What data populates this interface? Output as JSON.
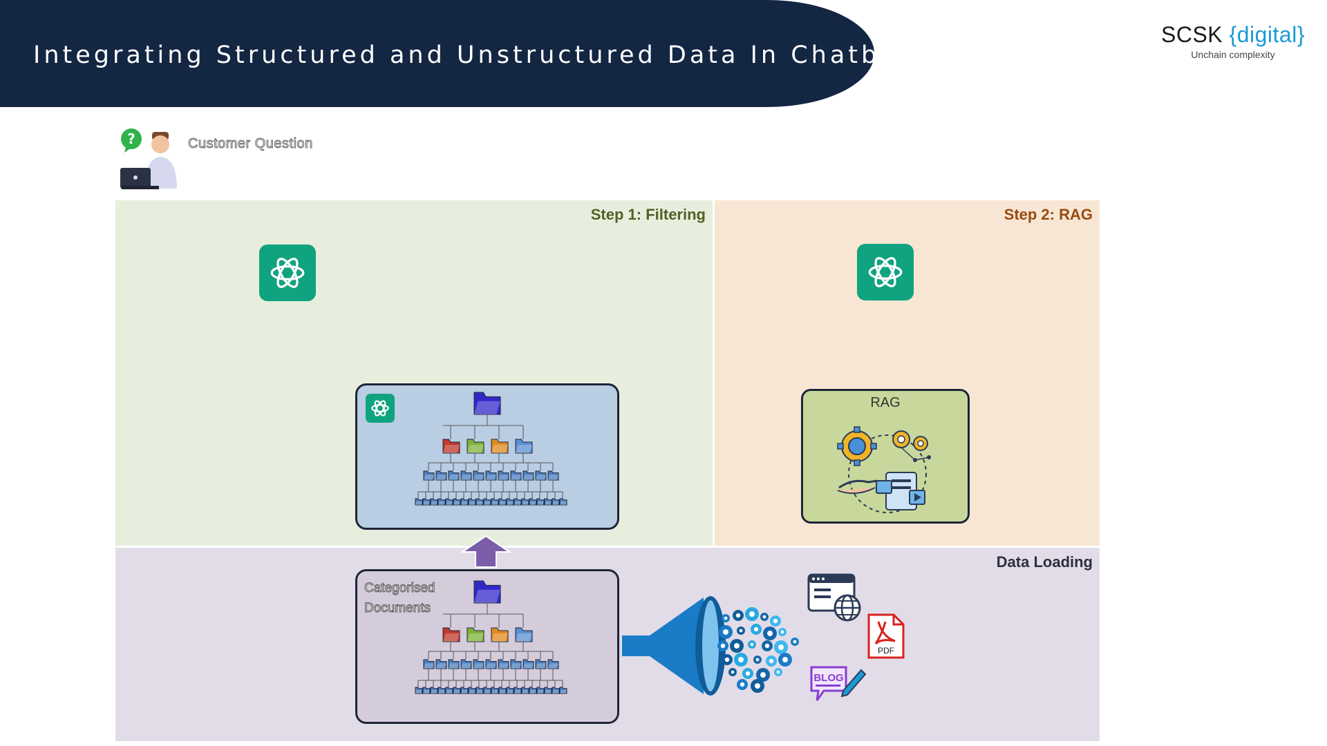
{
  "header": {
    "title": "Integrating Structured and Unstructured Data In Chatbot"
  },
  "brand": {
    "name": "SCSK",
    "accent": "{digital}",
    "tagline": "Unchain complexity"
  },
  "customer": {
    "label": "Customer Question"
  },
  "steps": {
    "filtering": "Step 1: Filtering",
    "rag": "Step 2: RAG",
    "loading": "Data Loading"
  },
  "rag_box": {
    "label": "RAG"
  },
  "documents": {
    "label_line1": "Categorised",
    "label_line2": "Documents"
  },
  "sources": {
    "pdf": "PDF",
    "blog": "BLOG"
  },
  "colors": {
    "banner": "#132642",
    "gpt": "#10a37f",
    "filter_panel": "#e8eedd",
    "rag_panel": "#f7e6d4",
    "load_panel": "#e2dce9",
    "arrow": "#7b5ea7",
    "funnel": "#1a7bc7"
  },
  "icons": [
    "chatgpt-icon",
    "folder-icon",
    "person-laptop-icon",
    "question-bubble-icon",
    "funnel-icon",
    "web-browser-icon",
    "pdf-icon",
    "blog-icon",
    "gears-icon"
  ]
}
